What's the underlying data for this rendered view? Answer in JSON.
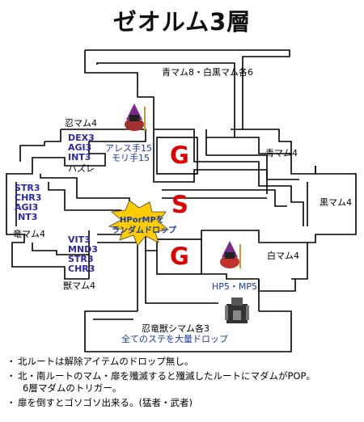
{
  "title": "ゼオルム3層",
  "labels": {
    "top_room": "青マム8・白黒マム各6",
    "ninja": "忍マム4",
    "ninja_stats": [
      "DEX3",
      "AGI3",
      "INT3"
    ],
    "hazure": "ハズレ",
    "ares": [
      "アレス手15",
      "モリ手15"
    ],
    "left_stats": [
      "STR3",
      "CHR3",
      "AGI3",
      "INT3"
    ],
    "dragon": "竜マム4",
    "beast_stats": [
      "VIT3",
      "MND3",
      "STR3",
      "CHR3"
    ],
    "beast": "獣マム4",
    "blue": "青マム4",
    "black": "黒マム4",
    "white": "白マム4",
    "hp_mp": "HP5・MP5",
    "bottom_room_1": "忍竜獣シマム各3",
    "bottom_room_2": "全てのステを大量ドロップ",
    "burst": [
      "HPorMPを",
      "ランダムドロップ"
    ]
  },
  "markers": {
    "g1": "G",
    "s": "S",
    "g2": "G"
  },
  "notes": {
    "bullet": "・",
    "line1": "北ルートは解除アイテムのドロップ無し。",
    "line2": "北・南ルートのマム・扉を殲滅すると殲滅したルートにマダムがPOP。",
    "line2b": "6層マダムのトリガー。",
    "line3": "扉を倒すとゴソゴソ出来る。(猛者・武者)"
  },
  "colors": {
    "wall": "#000000",
    "marker": "#e00000",
    "burst_fill": "#ffcc00",
    "stat_text": "#2a2aa0"
  },
  "icons": [
    "mage-monster-icon",
    "door-monster-icon"
  ]
}
